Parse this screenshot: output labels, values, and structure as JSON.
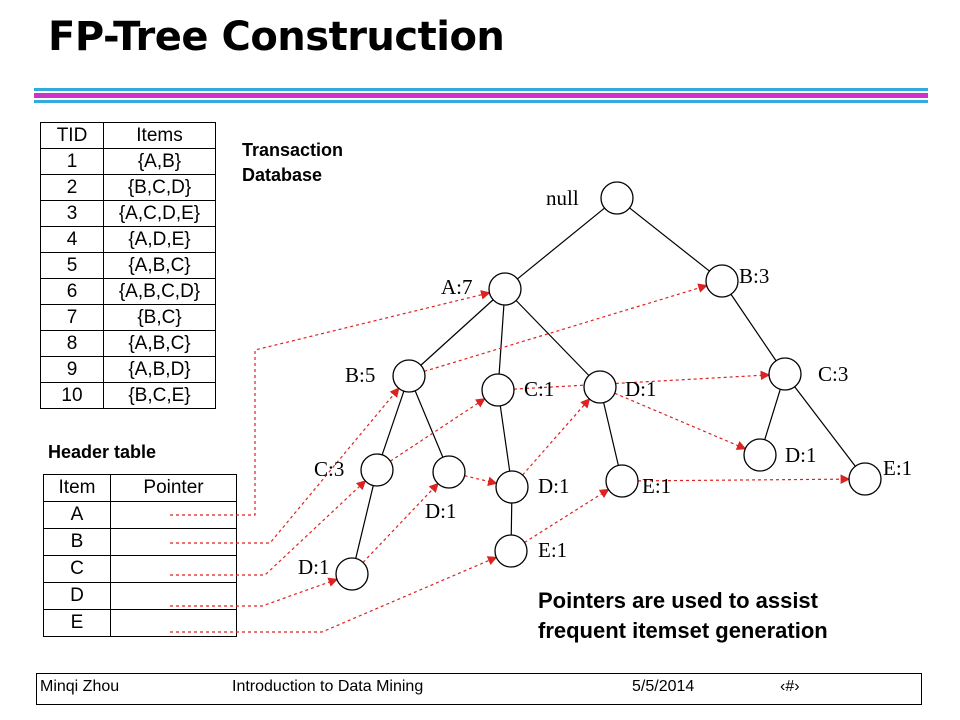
{
  "title": "FP-Tree Construction",
  "transaction_database": {
    "caption": "Transaction Database",
    "caption_line1": "Transaction",
    "caption_line2": "Database",
    "columns": [
      "TID",
      "Items"
    ],
    "rows": [
      [
        "1",
        "{A,B}"
      ],
      [
        "2",
        "{B,C,D}"
      ],
      [
        "3",
        "{A,C,D,E}"
      ],
      [
        "4",
        "{A,D,E}"
      ],
      [
        "5",
        "{A,B,C}"
      ],
      [
        "6",
        "{A,B,C,D}"
      ],
      [
        "7",
        "{B,C}"
      ],
      [
        "8",
        "{A,B,C}"
      ],
      [
        "9",
        "{A,B,D}"
      ],
      [
        "10",
        "{B,C,E}"
      ]
    ]
  },
  "header_table": {
    "caption": "Header table",
    "columns": [
      "Item",
      "Pointer"
    ],
    "items": [
      "A",
      "B",
      "C",
      "D",
      "E"
    ]
  },
  "tree": {
    "nodes": [
      {
        "id": "root",
        "label": "null"
      },
      {
        "id": "A",
        "label": "A:7"
      },
      {
        "id": "B_r",
        "label": "B:3"
      },
      {
        "id": "B_a",
        "label": "B:5"
      },
      {
        "id": "C_a",
        "label": "C:1"
      },
      {
        "id": "D_a",
        "label": "D:1"
      },
      {
        "id": "C_r",
        "label": "C:3"
      },
      {
        "id": "C_ab",
        "label": "C:3"
      },
      {
        "id": "D_ab",
        "label": "D:1"
      },
      {
        "id": "D_ac",
        "label": "D:1"
      },
      {
        "id": "E_ad",
        "label": "E:1"
      },
      {
        "id": "D_rc",
        "label": "D:1"
      },
      {
        "id": "E_rc",
        "label": "E:1"
      },
      {
        "id": "D_abc",
        "label": "D:1"
      },
      {
        "id": "E_acd",
        "label": "E:1"
      }
    ],
    "edges": [
      [
        "root",
        "A"
      ],
      [
        "root",
        "B_r"
      ],
      [
        "A",
        "B_a"
      ],
      [
        "A",
        "C_a"
      ],
      [
        "A",
        "D_a"
      ],
      [
        "B_r",
        "C_r"
      ],
      [
        "B_a",
        "C_ab"
      ],
      [
        "B_a",
        "D_ab"
      ],
      [
        "C_a",
        "D_ac"
      ],
      [
        "D_a",
        "E_ad"
      ],
      [
        "C_r",
        "D_rc"
      ],
      [
        "C_r",
        "E_rc"
      ],
      [
        "C_ab",
        "D_abc"
      ],
      [
        "D_ac",
        "E_acd"
      ]
    ],
    "node_links": [
      [
        "B_a",
        "B_r"
      ],
      [
        "C_ab",
        "C_a"
      ],
      [
        "C_a",
        "C_r"
      ],
      [
        "D_abc",
        "D_ab"
      ],
      [
        "D_ab",
        "D_ac"
      ],
      [
        "D_ac",
        "D_a"
      ],
      [
        "D_a",
        "D_rc"
      ],
      [
        "E_acd",
        "E_ad"
      ],
      [
        "E_ad",
        "E_rc"
      ]
    ],
    "header_pointers": [
      [
        "A",
        "A"
      ],
      [
        "B",
        "B_a"
      ],
      [
        "C",
        "C_ab"
      ],
      [
        "D",
        "D_abc"
      ],
      [
        "E",
        "E_acd"
      ]
    ]
  },
  "note": {
    "line1": "Pointers are used to assist",
    "line2": "frequent itemset generation"
  },
  "footer": {
    "author": "Minqi Zhou",
    "course": "Introduction to Data Mining",
    "date": "5/5/2014",
    "page": "‹#›"
  },
  "colors": {
    "accent_purple": "#cc33cc",
    "accent_blue": "#33aadd",
    "pointer_red": "#dd2222"
  }
}
